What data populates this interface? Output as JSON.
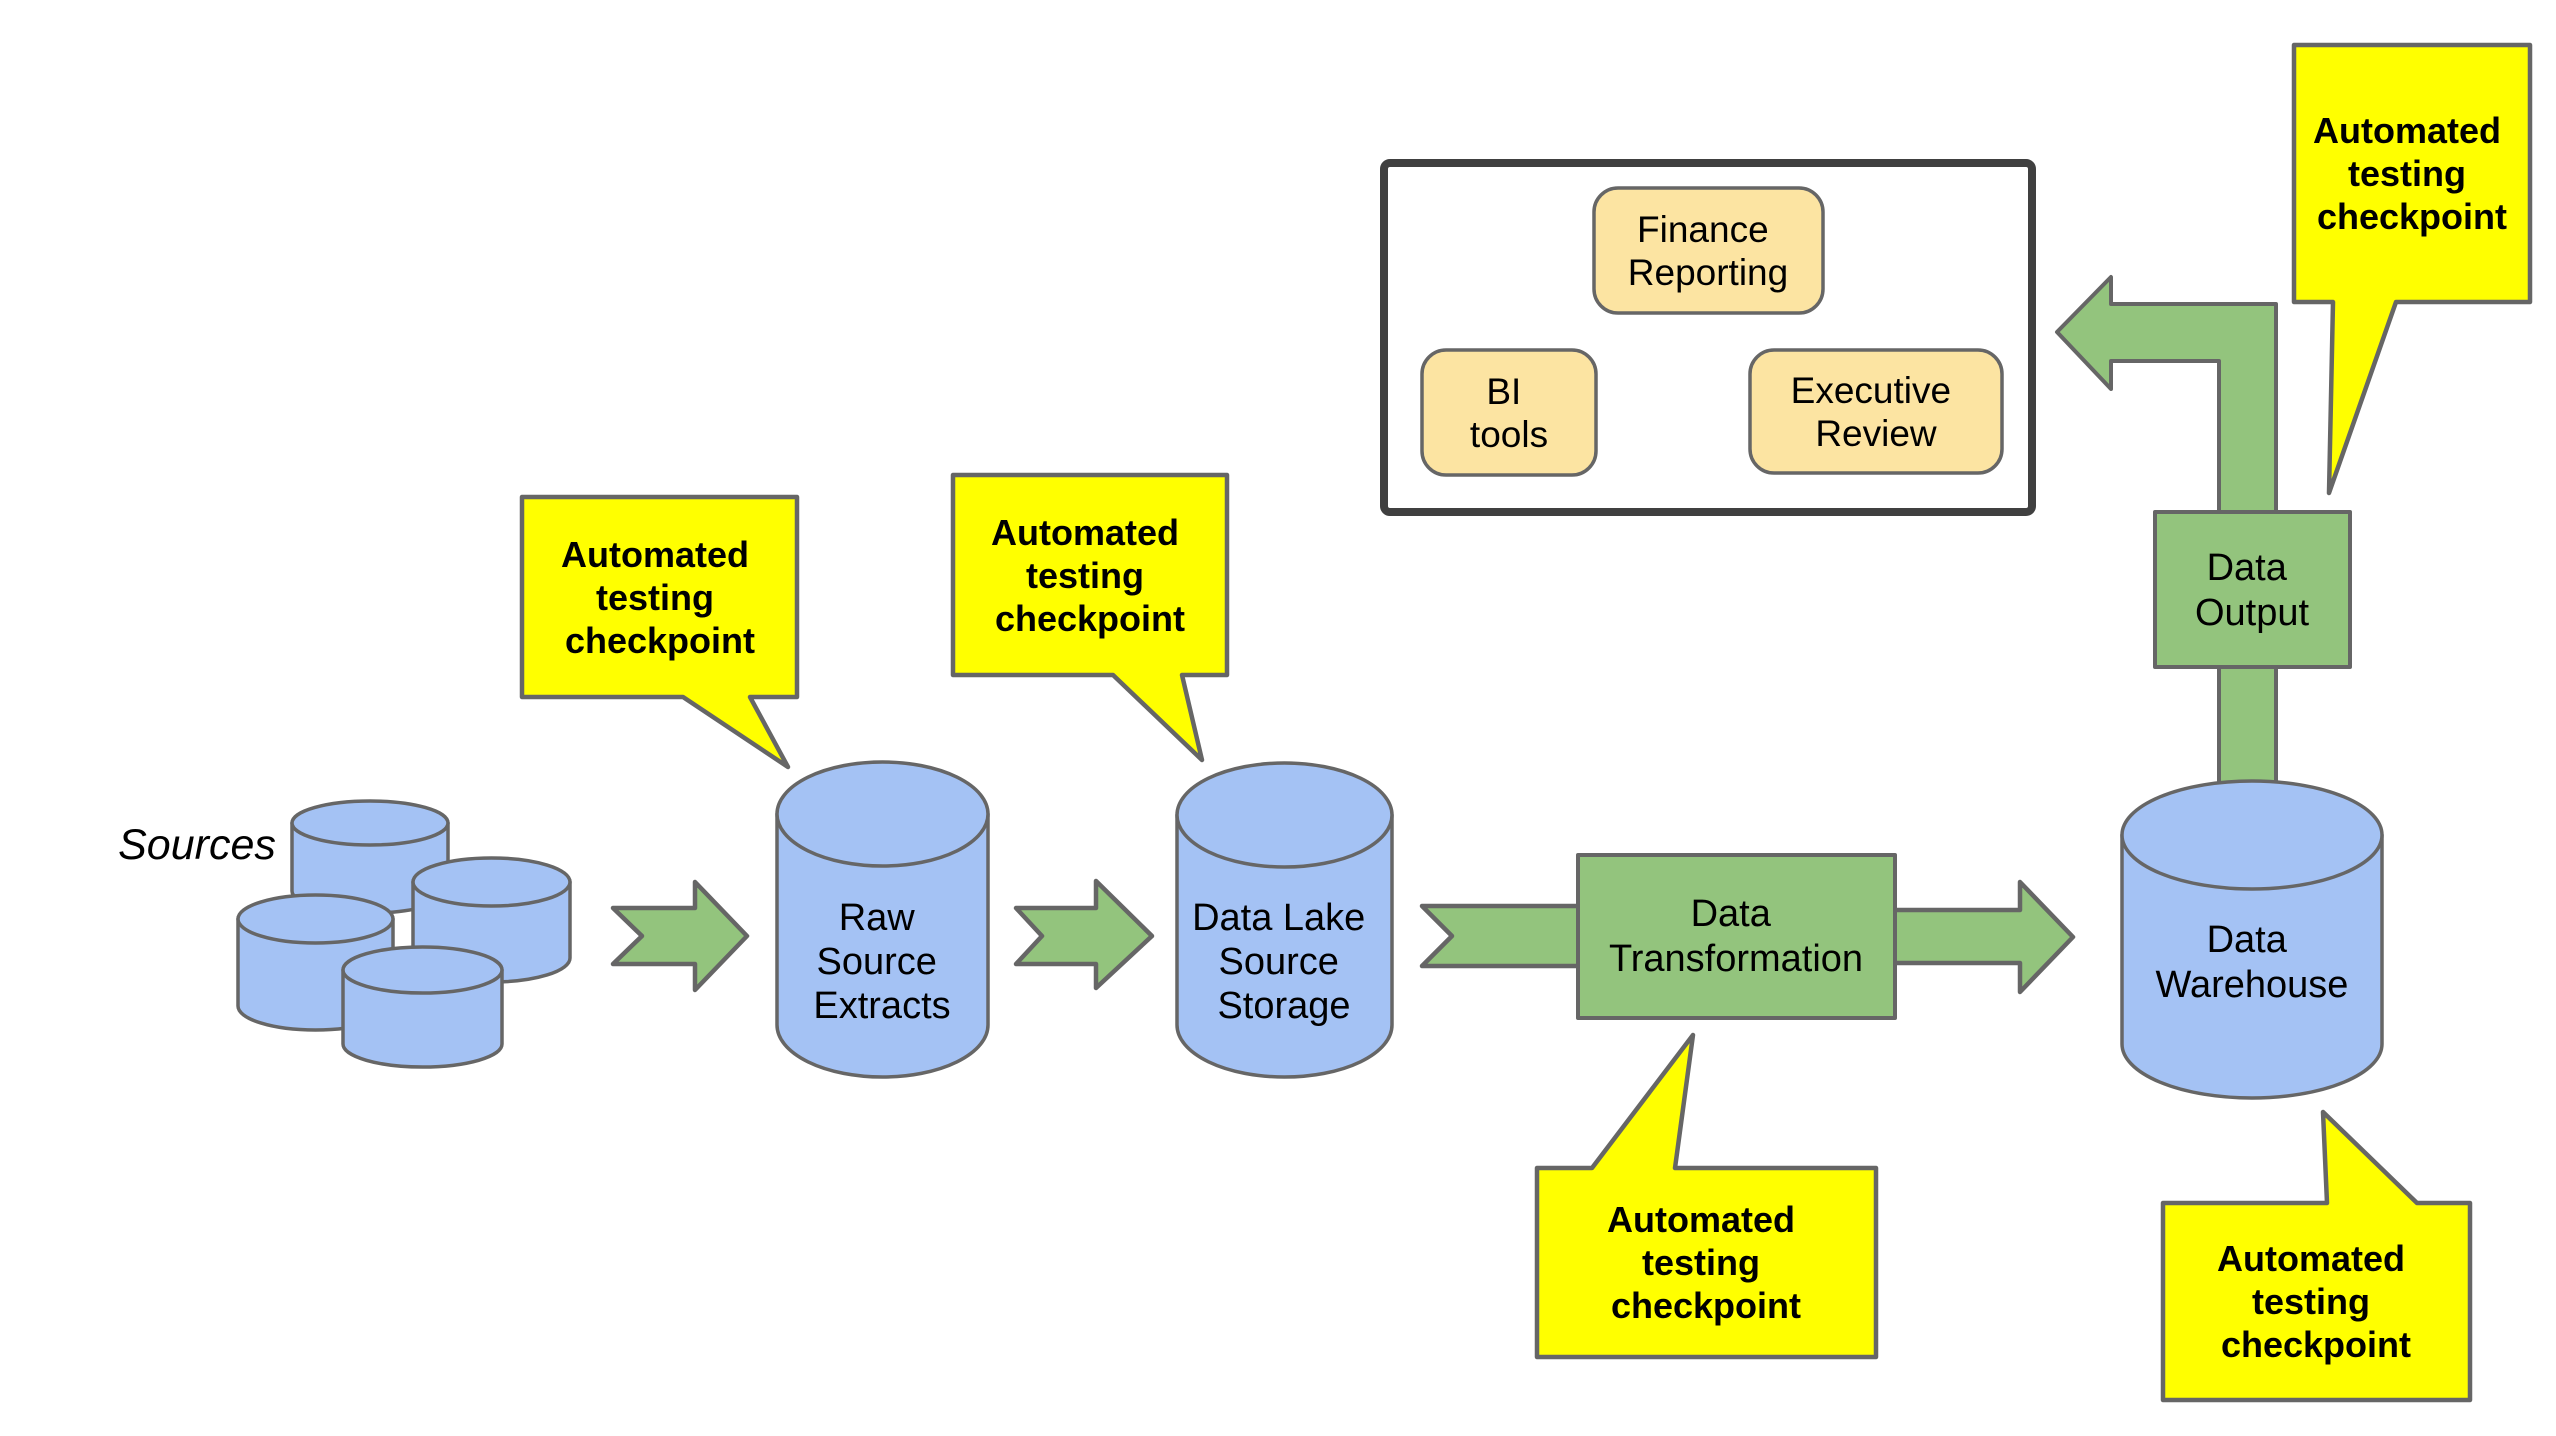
{
  "sources_label": "Sources",
  "nodes": {
    "raw_source_extracts": {
      "line1": "Raw",
      "line2": "Source",
      "line3": "Extracts"
    },
    "data_lake_source_storage": {
      "line1": "Data Lake",
      "line2": "Source",
      "line3": "Storage"
    },
    "data_transformation": {
      "line1": "Data",
      "line2": "Transformation"
    },
    "data_warehouse": {
      "line1": "Data",
      "line2": "Warehouse"
    },
    "data_output": {
      "line1": "Data",
      "line2": "Output"
    }
  },
  "reporting": {
    "finance_reporting": {
      "line1": "Finance",
      "line2": "Reporting"
    },
    "bi_tools": {
      "line1": "BI",
      "line2": "tools"
    },
    "executive_review": {
      "line1": "Executive",
      "line2": "Review"
    }
  },
  "callout": {
    "line1": "Automated",
    "line2": "testing",
    "line3": "checkpoint"
  },
  "colors": {
    "cylinder_fill": "#A4C2F4",
    "process_fill": "#93C47D",
    "arrow_fill": "#93C47D",
    "callout_fill": "#FFFF00",
    "reporting_item_fill": "#FCE4A2",
    "shape_stroke": "#666666",
    "container_stroke": "#404040",
    "text_color": "#000000",
    "background": "#FFFFFF"
  }
}
